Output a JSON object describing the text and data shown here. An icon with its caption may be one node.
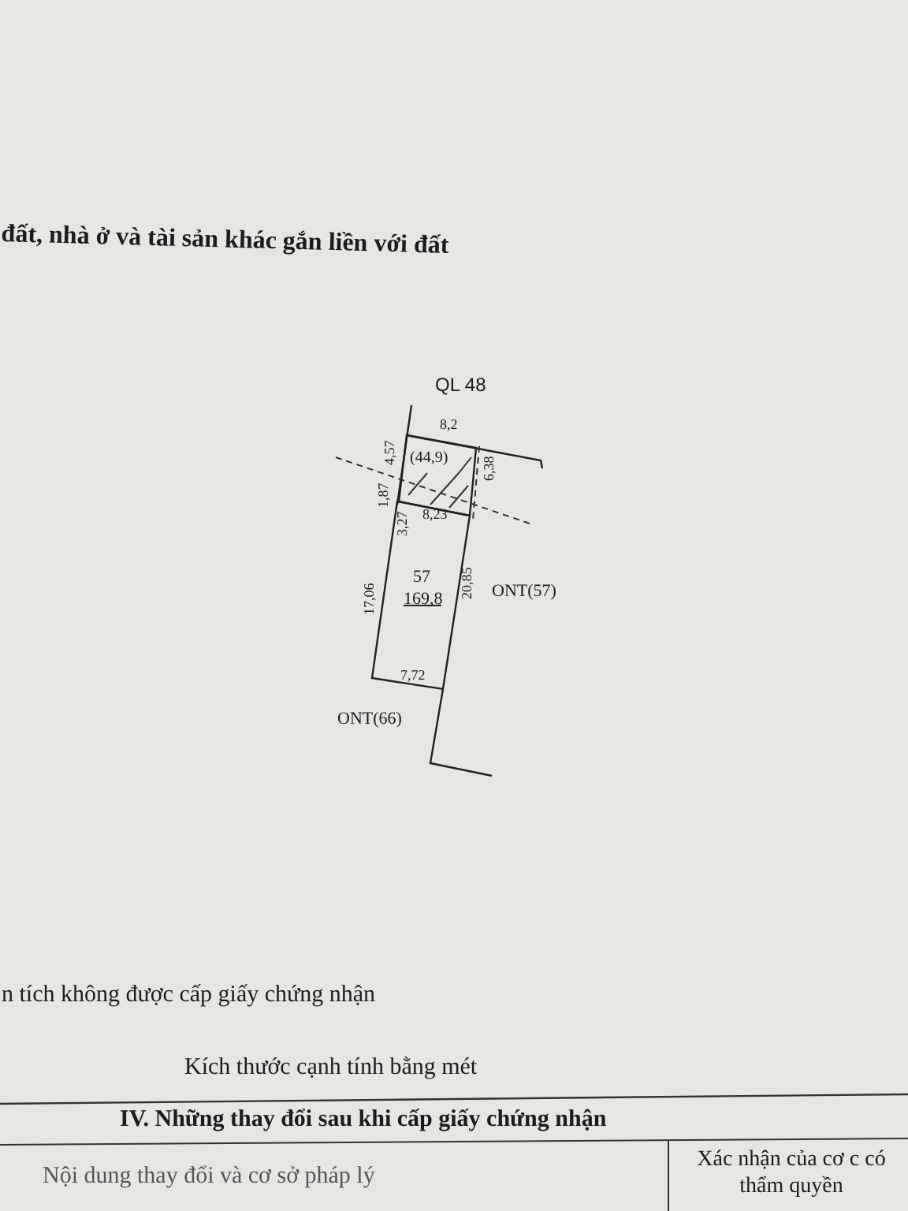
{
  "diagram": {
    "nodes": [
      {
        "text": [
          "(44,9)"
        ]
      },
      {
        "text": [
          "57",
          "169,8"
        ]
      }
    ],
    "labels": [
      "đất, nhà ở và tài sản khác gắn liền với đất",
      "QL 48",
      "8,2",
      "4,57",
      "1,87",
      "6,38",
      "8,23",
      "3,27",
      "17,06",
      "20,85",
      "ONT(57)",
      "7,72",
      "ONT(66)",
      "n tích không được cấp giấy chứng nhận",
      "Kích thước cạnh tính bằng mét",
      "IV. Những thay đổi sau khi cấp giấy chứng nhận",
      "Nội dung thay đổi và cơ sở pháp lý",
      "Xác nhận của cơ c có thẩm quyền"
    ]
  }
}
